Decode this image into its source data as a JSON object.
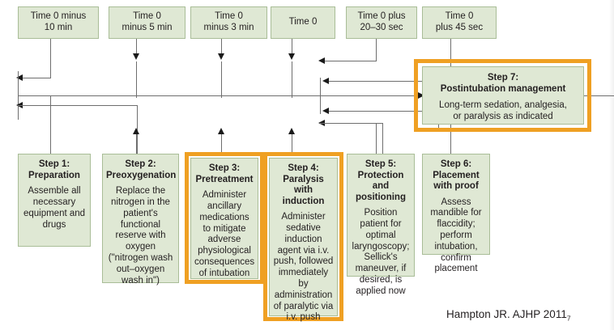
{
  "diagram": {
    "title": "Rapid sequence intubation seven-step timeline",
    "colors": {
      "box_fill": "#dfe8d4",
      "box_border": "#a9bd97",
      "highlight": "#efa023",
      "line": "#6e6e6e",
      "arrow": "#1a1a1a",
      "text": "#231f20"
    }
  },
  "timeline": {
    "items": [
      {
        "id": "t1",
        "line1": "Time 0 minus",
        "line2": "10 min"
      },
      {
        "id": "t2",
        "line1": "Time 0",
        "line2": "minus 5 min"
      },
      {
        "id": "t3",
        "line1": "Time 0",
        "line2": "minus 3 min"
      },
      {
        "id": "t4",
        "line1": "Time 0",
        "line2": ""
      },
      {
        "id": "t5",
        "line1": "Time 0 plus",
        "line2": "20–30 sec"
      },
      {
        "id": "t6",
        "line1": "Time 0",
        "line2": "plus 45 sec"
      }
    ]
  },
  "steps": [
    {
      "id": "step1",
      "heading_line1": "Step 1:",
      "heading_line2": "Preparation",
      "body": "Assemble all necessary equipment and drugs",
      "highlighted": false
    },
    {
      "id": "step2",
      "heading_line1": "Step 2:",
      "heading_line2": "Preoxygenation",
      "body": "Replace the nitrogen in the patient's functional reserve with oxygen (\"nitrogen wash out–oxygen wash in\")",
      "highlighted": false
    },
    {
      "id": "step3",
      "heading_line1": "Step 3:",
      "heading_line2": "Pretreatment",
      "body": "Administer ancillary medications to mitigate adverse physiological consequences of intubation",
      "highlighted": true
    },
    {
      "id": "step4",
      "heading_line1": "Step 4:",
      "heading_line2": "Paralysis with induction",
      "body": "Administer sedative induction agent via i.v. push, followed immediately by administration of paralytic via i.v. push",
      "highlighted": true
    },
    {
      "id": "step5",
      "heading_line1": "Step 5:",
      "heading_line2": "Protection and positioning",
      "body": "Position patient for optimal laryngoscopy; Sellick's maneuver, if desired, is applied now",
      "highlighted": false
    },
    {
      "id": "step6",
      "heading_line1": "Step 6:",
      "heading_line2": "Placement with proof",
      "body": "Assess mandible for flaccidity; perform intubation, confirm placement",
      "highlighted": false
    }
  ],
  "step7": {
    "id": "step7",
    "heading_line1": "Step 7:",
    "heading_line2": "Postintubation management",
    "body_line1": "Long-term sedation, analgesia,",
    "body_line2": "or paralysis as indicated",
    "highlighted": true
  },
  "citation": {
    "text": "Hampton JR. AJHP 2011",
    "superscript": "7"
  }
}
